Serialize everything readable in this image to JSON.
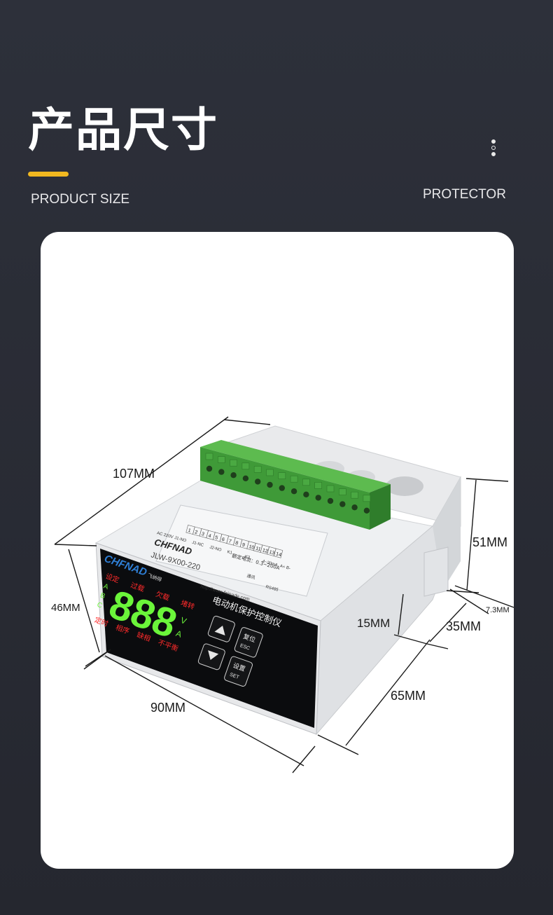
{
  "header": {
    "title": "产品尺寸",
    "subtitle": "PRODUCT SIZE",
    "right_label": "PROTECTOR",
    "accent_color": "#f1b820",
    "menu_icon": "vertical-dots-icon"
  },
  "dimensions": {
    "length_top": "107MM",
    "height_right": "51MM",
    "height_left": "46MM",
    "step": "15MM",
    "depth_a": "35MM",
    "tab": "7.3MM",
    "depth_b": "65MM",
    "width_bottom": "90MM"
  },
  "device": {
    "brand": "CHFNAD",
    "brand_sub": "飞纳得",
    "model": "JLW-9X00-220",
    "label_rated": "额定电流：0.3~200A",
    "website": "http://www.feinade.com",
    "front_name": "电动机保护控制仪",
    "display_digits": "888",
    "led_top": [
      "设定",
      "过载",
      "欠载",
      "堵转"
    ],
    "led_bottom": [
      "定时",
      "相序",
      "缺相",
      "不平衡"
    ],
    "phase_labels": [
      "A",
      "B",
      "C"
    ],
    "unit_v": "V",
    "unit_a": "A",
    "btn_reset": "复位",
    "btn_reset_sub": "ESC",
    "btn_set": "设置",
    "btn_set_sub": "SET",
    "terminals": [
      "1",
      "2",
      "3",
      "4",
      "5",
      "6",
      "7",
      "8",
      "9",
      "10",
      "11",
      "12",
      "13",
      "14"
    ],
    "terminal_labels": [
      "AC 220V",
      "J1-NO",
      "J1-NC",
      "J2-NO",
      "K1",
      "K2",
      "4~20mA",
      "A+ B-"
    ],
    "label_rs485": "RS485",
    "label_tongxun": "通讯"
  }
}
